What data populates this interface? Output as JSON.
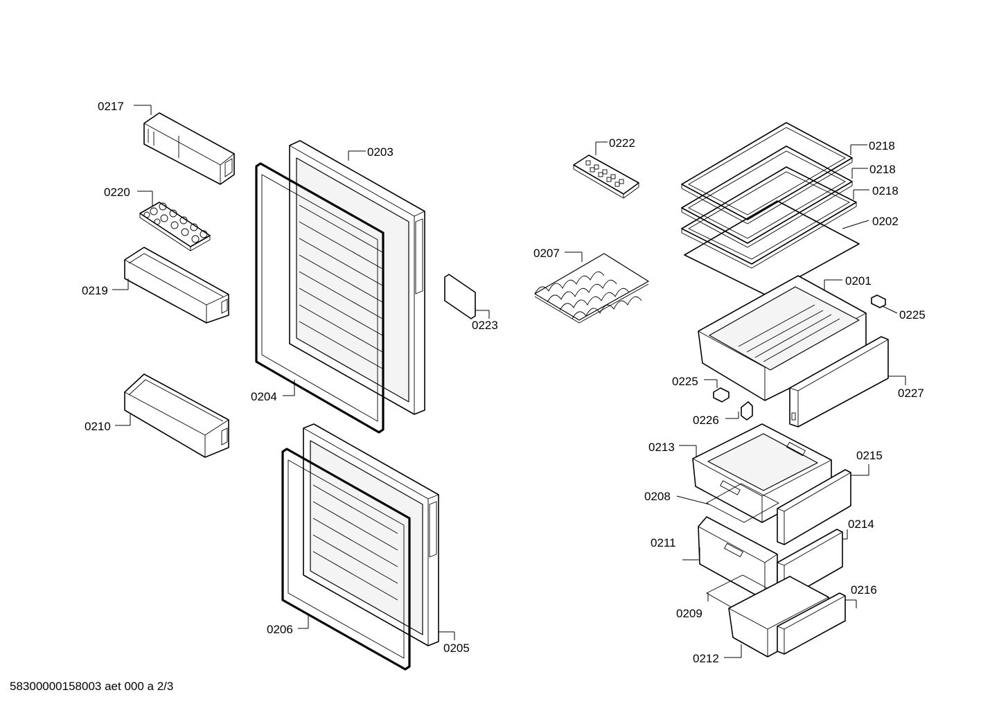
{
  "diagram": {
    "labels": {
      "p0217": "0217",
      "p0220": "0220",
      "p0219": "0219",
      "p0210": "0210",
      "p0203": "0203",
      "p0204": "0204",
      "p0223": "0223",
      "p0206": "0206",
      "p0205": "0205",
      "p0222": "0222",
      "p0207": "0207",
      "p0218a": "0218",
      "p0218b": "0218",
      "p0218c": "0218",
      "p0202": "0202",
      "p0201": "0201",
      "p0225a": "0225",
      "p0225b": "0225",
      "p0227": "0227",
      "p0226": "0226",
      "p0213": "0213",
      "p0215": "0215",
      "p0208": "0208",
      "p0214": "0214",
      "p0211": "0211",
      "p0209": "0209",
      "p0216": "0216",
      "p0212": "0212"
    }
  },
  "footer": {
    "doc_id": "58300000158003 aet 000 a 2/3"
  }
}
